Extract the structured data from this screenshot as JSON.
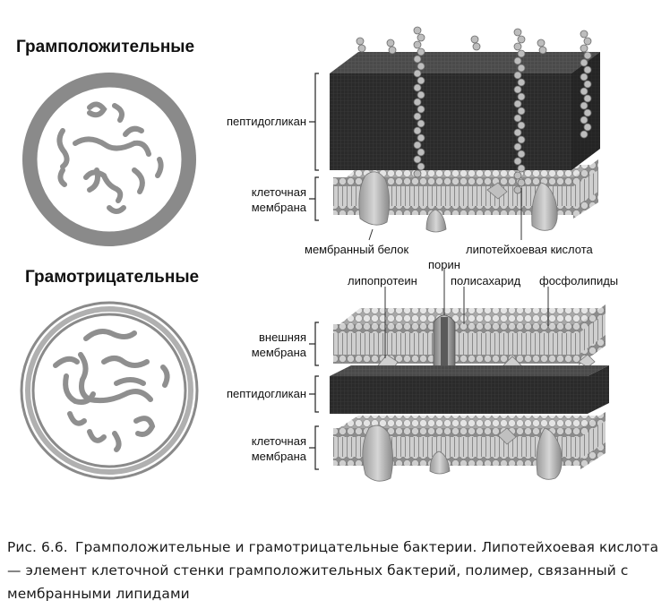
{
  "headings": {
    "gram_positive": "Грамположительные",
    "gram_negative": "Грамотрицательные"
  },
  "labels": {
    "peptidoglycan": "пептидогликан",
    "cell_membrane_1": "клеточная",
    "cell_membrane_2": "мембрана",
    "membrane_protein": "мембранный белок",
    "lipoteichoic_acid": "липотейхоевая кислота",
    "porin": "порин",
    "lipoprotein": "липопротеин",
    "polysaccharide": "полисахарид",
    "phospholipids": "фосфолипиды",
    "outer_membrane_1": "внешняя",
    "outer_membrane_2": "мембрана"
  },
  "caption": {
    "label": "Рис. 6.6.",
    "text": "Грамположительные и грамотрицательные бактерии. Липотейхоевая кислота — элемент клеточной стенки грамположительных бактерий, полимер, связанный с мембранными липидами"
  }
}
